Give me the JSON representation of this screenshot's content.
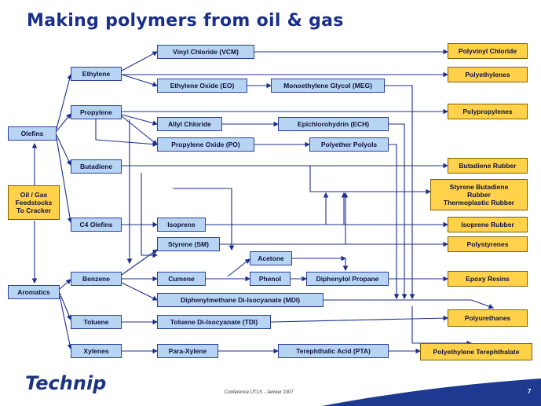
{
  "title": "Making polymers from oil & gas",
  "nodes": {
    "feedstock": "Oil / Gas\nFeedstocks\nTo Cracker",
    "olefins": "Olefins",
    "aromatics": "Aromatics",
    "ethylene": "Ethylene",
    "propylene": "Propylene",
    "butadiene": "Butadiene",
    "c4_olefins": "C4 Olefins",
    "benzene": "Benzene",
    "toluene": "Toluene",
    "xylenes": "Xylenes",
    "vcm": "Vinyl Chloride (VCM)",
    "eo": "Ethylene Oxide (EO)",
    "meg": "Monoethylene Glycol (MEG)",
    "allyl": "Allyl Chloride",
    "ech": "Epichlorohydrin (ECH)",
    "po": "Propylene Oxide (PO)",
    "polyols": "Polyether Polyols",
    "isoprene": "Isoprene",
    "sm": "Styrene (SM)",
    "acetone": "Acetone",
    "cumene": "Cumene",
    "phenol": "Phenol",
    "diphenylol": "Diphenylol Propane",
    "mdi": "Diphenylmethane Di-Isocyanate (MDI)",
    "tdi": "Toluene Di-Isocyanate (TDI)",
    "paraxylene": "Para-Xylene",
    "pta": "Terephthalic Acid (PTA)",
    "pvc": "Polyvinyl Chloride",
    "pe": "Polyethylenes",
    "pp": "Polypropylenes",
    "br": "Butadiene Rubber",
    "sbr": "Styrene Butadiene\nRubber\nThermoplastic Rubber",
    "ir": "Isoprene Rubber",
    "ps": "Polystyrenes",
    "epoxy": "Epoxy Resins",
    "pu": "Polyurethanes",
    "pet": "Polyethylene Terephthalate"
  },
  "footer": {
    "logo": "Technip",
    "text": "Conference UTLS - Janvier 2007",
    "page": "7"
  },
  "colors": {
    "title": "#1a2f8a",
    "box_blue": "#b7d5f3",
    "box_gold": "#ffd24a",
    "line": "#1c2f8c",
    "footer_band": "#1d3a90"
  }
}
